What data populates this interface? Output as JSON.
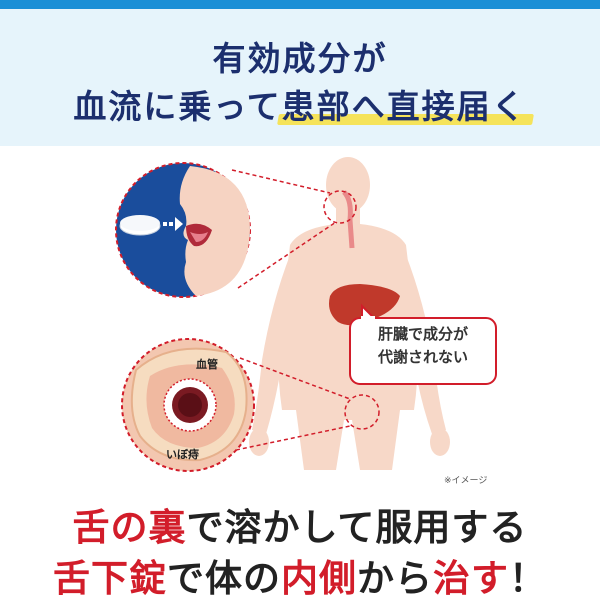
{
  "header": {
    "line1": "有効成分が",
    "line2_pre": "血流に乗って",
    "line2_highlight": "患部へ直接届く"
  },
  "callout": {
    "line1": "肝臓で成分が",
    "line2": "代謝されない"
  },
  "labels": {
    "blood_vessel": "血管",
    "hemorrhoid": "いぼ痔"
  },
  "note": "※イメージ",
  "bottom": {
    "line1": [
      {
        "text": "舌の裏",
        "red": true
      },
      {
        "text": "で溶かして服用する",
        "red": false
      }
    ],
    "line2": [
      {
        "text": "舌下錠",
        "red": true
      },
      {
        "text": "で体の",
        "red": false
      },
      {
        "text": "内側",
        "red": true
      },
      {
        "text": "から",
        "red": false
      },
      {
        "text": "治す",
        "red": true
      },
      {
        "text": "！",
        "red": false
      }
    ]
  },
  "colors": {
    "top_bar": "#1a8fd6",
    "header_bg": "#e6f4fb",
    "headline": "#1c2f6e",
    "highlight": "#f5e35a",
    "accent_red": "#d21d2a",
    "body_skin": "#f7d8c8",
    "liver": "#c0392b",
    "mouth_circle_bg": "#1a4d9c"
  },
  "icons": [
    "tablet-icon",
    "arrow-right-icon",
    "human-body-silhouette",
    "liver-icon",
    "mouth-illustration",
    "hemorrhoid-cross-section"
  ]
}
